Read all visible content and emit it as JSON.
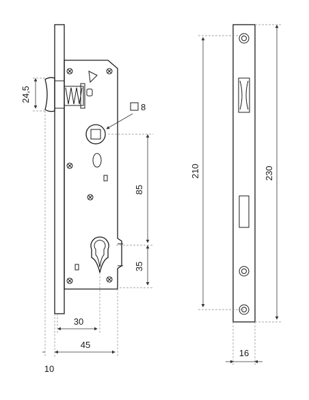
{
  "dimensions": {
    "backset_width": "24,5",
    "square_size": "8",
    "distance_85": "85",
    "distance_35": "35",
    "dim_30": "30",
    "dim_45": "45",
    "dim_10": "10",
    "dim_210": "210",
    "dim_230": "230",
    "dim_16": "16"
  },
  "colors": {
    "line": "#1a1a1a",
    "background": "#ffffff"
  },
  "icons": {
    "square_symbol": "square-outline-icon"
  }
}
